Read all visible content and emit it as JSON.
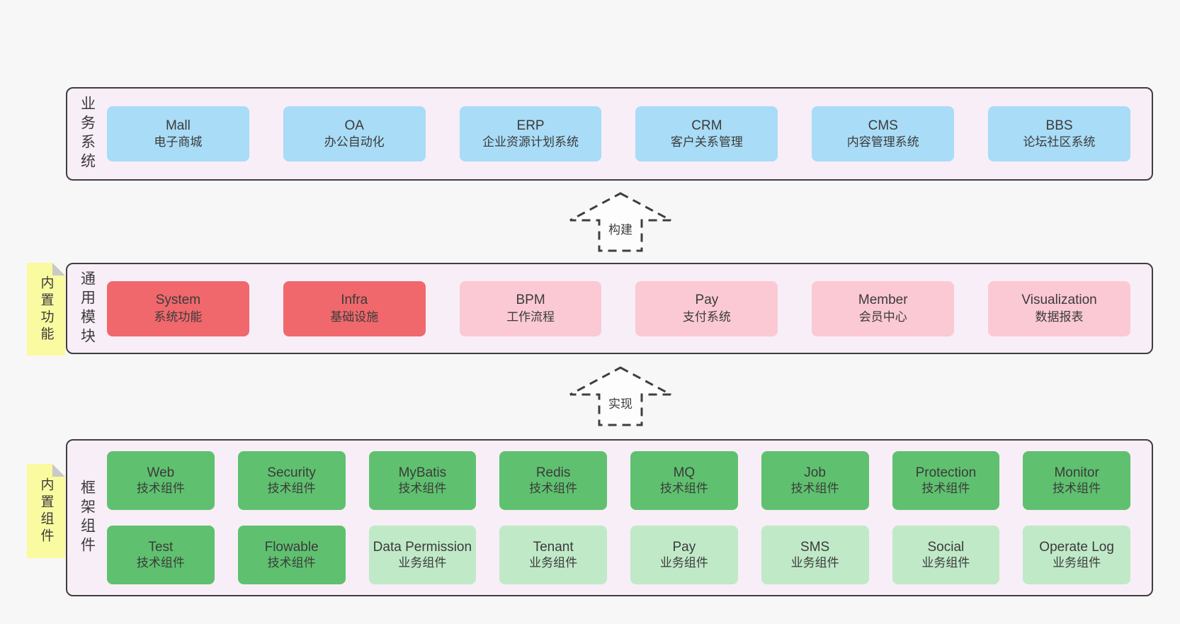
{
  "palette": {
    "page_bg": "#f7f7f7",
    "panel_bg": "#f8eef7",
    "panel_border": "#3f3f3f",
    "blue_box": "#a9dcf6",
    "red_box": "#f0686c",
    "pink_box": "#fbc9d4",
    "green_box": "#5fc16f",
    "light_green_box": "#c0e9c8",
    "note_yellow": "#fafaa0",
    "note_fold_gray": "#c9c9c9",
    "text": "#3b3b3b"
  },
  "business": {
    "label": "业务系统",
    "boxes": [
      {
        "name": "Mall",
        "desc": "电子商城"
      },
      {
        "name": "OA",
        "desc": "办公自动化"
      },
      {
        "name": "ERP",
        "desc": "企业资源计划系统"
      },
      {
        "name": "CRM",
        "desc": "客户关系管理"
      },
      {
        "name": "CMS",
        "desc": "内容管理系统"
      },
      {
        "name": "BBS",
        "desc": "论坛社区系统"
      }
    ]
  },
  "arrows": {
    "build": "构建",
    "implement": "实现"
  },
  "modules": {
    "label": "通用模块",
    "note": "内置功能",
    "boxes": [
      {
        "name": "System",
        "desc": "系统功能"
      },
      {
        "name": "Infra",
        "desc": "基础设施"
      },
      {
        "name": "BPM",
        "desc": "工作流程"
      },
      {
        "name": "Pay",
        "desc": "支付系统"
      },
      {
        "name": "Member",
        "desc": "会员中心"
      },
      {
        "name": "Visualization",
        "desc": "数据报表"
      }
    ]
  },
  "components": {
    "label": "框架组件",
    "note": "内置组件",
    "row1": [
      {
        "name": "Web",
        "desc": "技术组件"
      },
      {
        "name": "Security",
        "desc": "技术组件"
      },
      {
        "name": "MyBatis",
        "desc": "技术组件"
      },
      {
        "name": "Redis",
        "desc": "技术组件"
      },
      {
        "name": "MQ",
        "desc": "技术组件"
      },
      {
        "name": "Job",
        "desc": "技术组件"
      },
      {
        "name": "Protection",
        "desc": "技术组件"
      },
      {
        "name": "Monitor",
        "desc": "技术组件"
      }
    ],
    "row2": [
      {
        "name": "Test",
        "desc": "技术组件"
      },
      {
        "name": "Flowable",
        "desc": "技术组件"
      },
      {
        "name": "Data Permission",
        "desc": "业务组件"
      },
      {
        "name": "Tenant",
        "desc": "业务组件"
      },
      {
        "name": "Pay",
        "desc": "业务组件"
      },
      {
        "name": "SMS",
        "desc": "业务组件"
      },
      {
        "name": "Social",
        "desc": "业务组件"
      },
      {
        "name": "Operate Log",
        "desc": "业务组件"
      }
    ]
  }
}
